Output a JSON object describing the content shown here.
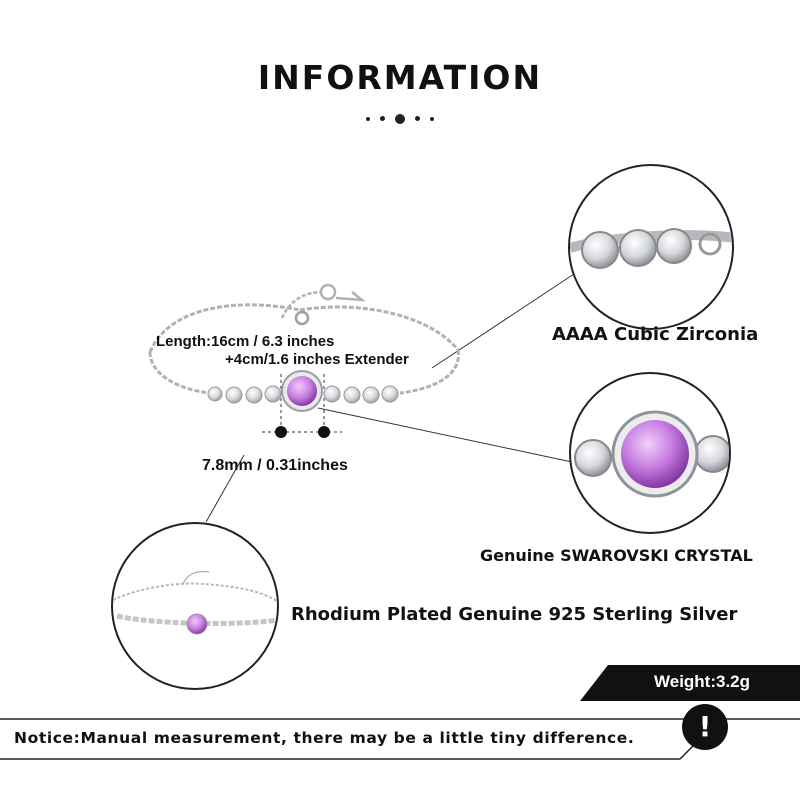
{
  "header": {
    "title": "INFORMATION"
  },
  "bracelet": {
    "length_line1": "Length:16cm / 6.3 inches",
    "length_line2": "+4cm/1.6 inches Extender",
    "stone_size": "7.8mm / 0.31inches"
  },
  "features": {
    "zirconia": "AAAA Cubic Zirconia",
    "crystal": "Genuine SWAROVSKI CRYSTAL",
    "silver": "Rhodium Plated Genuine 925 Sterling Silver"
  },
  "weight": {
    "label": "Weight:3.2g"
  },
  "notice": {
    "text": "Notice:Manual measurement, there may be a little tiny difference.",
    "icon_symbol": "!"
  },
  "colors": {
    "crystal": "#c77ee0",
    "crystal_dark": "#8c3fb0",
    "silver": "#b9bcc2",
    "ink": "#111111"
  }
}
